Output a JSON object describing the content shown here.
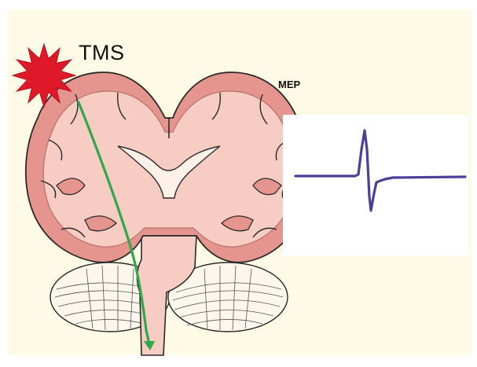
{
  "labels": {
    "tms": "TMS",
    "mep": "MEP"
  },
  "colors": {
    "background_panel": "#fdfbe6",
    "brain_tissue": "#f6ccc3",
    "cortex": "#e5948e",
    "outline": "#2a2a2a",
    "stimulus_burst": "#e0192a",
    "pathway_arrow": "#2ea84a",
    "mep_trace": "#4a3f9a",
    "mep_panel": "#ffffff"
  },
  "icons": {
    "stimulus": "red-starburst-icon",
    "pathway": "green-down-arrow"
  }
}
